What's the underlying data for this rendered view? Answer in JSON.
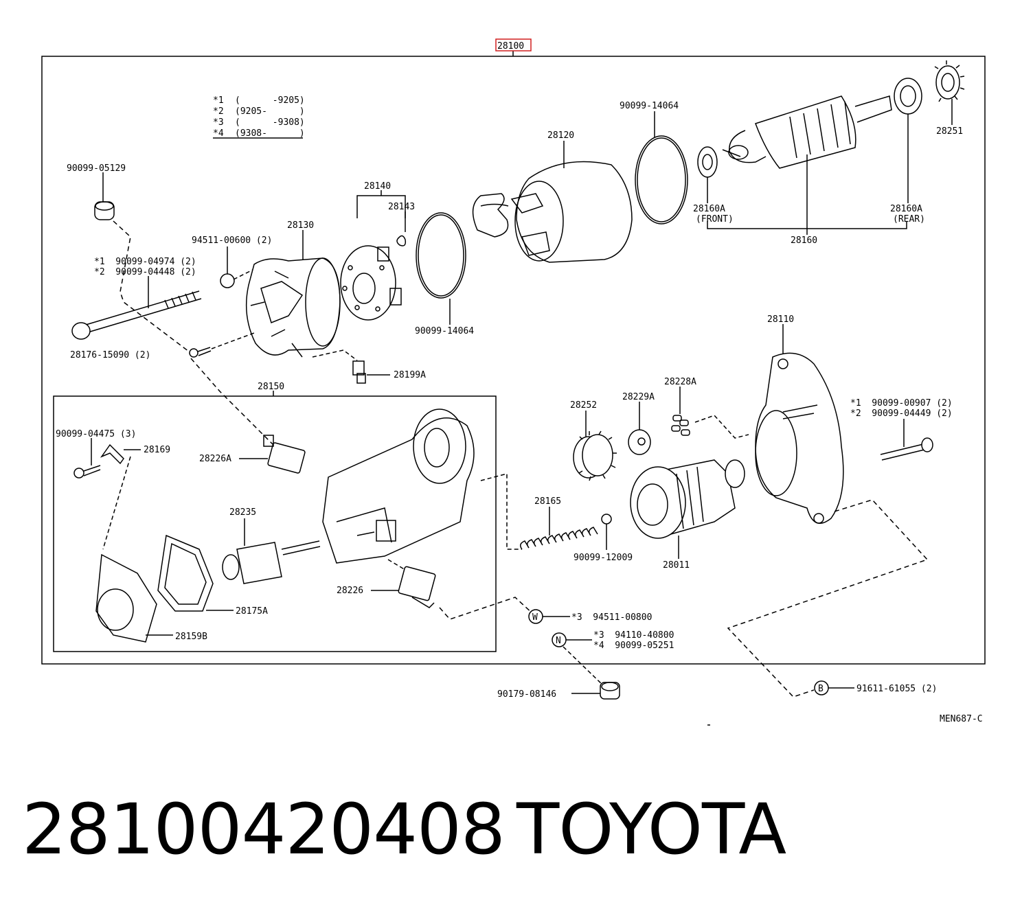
{
  "assembly": {
    "number": "28100",
    "highlight_color": "#d11f1f"
  },
  "legend": [
    {
      "mark": "*1",
      "range": "(      -9205)"
    },
    {
      "mark": "*2",
      "range": "(9205-      )"
    },
    {
      "mark": "*3",
      "range": "(      -9308)"
    },
    {
      "mark": "*4",
      "range": "(9308-      )"
    }
  ],
  "callouts": {
    "p90099_05129": "90099-05129",
    "bolt_line1": "*1  90099-04974 (2)",
    "bolt_line2": "*2  90099-04448 (2)",
    "p94511_00600": "94511-00600 (2)",
    "p28130": "28130",
    "p28140": "28140",
    "p28143": "28143",
    "p28120": "28120",
    "p90099_14064_top": "90099-14064",
    "p90099_14064_bottom": "90099-14064",
    "p28251": "28251",
    "p28160a_front": "28160A",
    "front": "(FRONT)",
    "p28160a_rear": "28160A",
    "rear": "(REAR)",
    "p28160": "28160",
    "p28176": "28176-15090 (2)",
    "p28199a": "28199A",
    "p28150": "28150",
    "p90099_04475": "90099-04475 (3)",
    "p28169": "28169",
    "p28226a": "28226A",
    "p28235": "28235",
    "p28175a": "28175A",
    "p28159b": "28159B",
    "p28226": "28226",
    "p28252": "28252",
    "p28229a": "28229A",
    "p28228a": "28228A",
    "p28110": "28110",
    "screw_line1": "*1  90099-00907 (2)",
    "screw_line2": "*2  90099-04449 (2)",
    "p28165": "28165",
    "p90099_12009": "90099-12009",
    "p28011": "28011",
    "w_line": "*3  94511-00800",
    "n_line1": "*3  94110-40800",
    "n_line2": "*4  90099-05251",
    "p90179_08146": "90179-08146",
    "p91611": "91611-61055 (2)",
    "diagram_id": "MEN687-C"
  },
  "symbols": {
    "washer": "W",
    "nut": "N",
    "bolt": "B"
  },
  "footer": {
    "part_number": "28100420408",
    "brand": "TOYOTA"
  }
}
